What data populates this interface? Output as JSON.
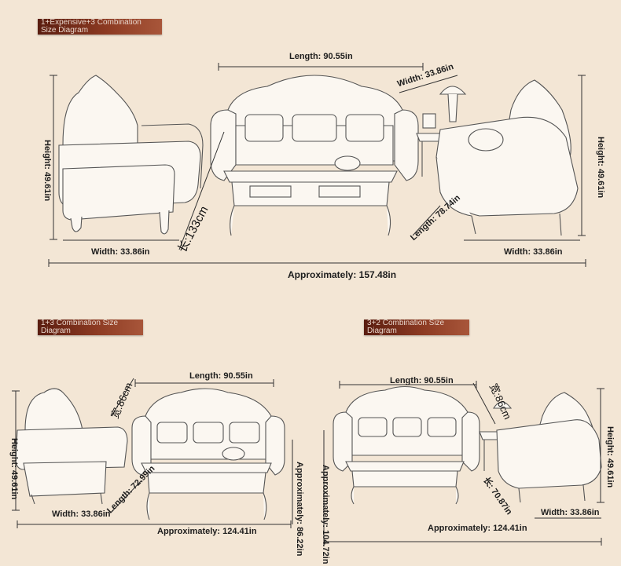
{
  "banners": {
    "top": "1+Expensive+3 Combination Size Diagram",
    "bottom_left": "1+3 Combination Size Diagram",
    "bottom_right": "3+2 Combination Size Diagram"
  },
  "top": {
    "sofa_length": "Length: 90.55in",
    "sofa_width": "Width: 33.86in",
    "left_height": "Height: 49.61in",
    "right_height": "Height: 49.61in",
    "chair_width": "Width: 33.86in",
    "chaise_width": "Width: 33.86in",
    "chaise_length": "Length: 78.74in",
    "table_length_cn": "长:133cm",
    "total": "Approximately: 157.48in"
  },
  "bottom_left": {
    "sofa_length": "Length: 90.55in",
    "depth_cn": "宽:86cm",
    "height": "Height: 49.61in",
    "chair_width": "Width: 33.86in",
    "table_length": "Length: 72.99in",
    "total": "Approximately: 124.41in",
    "side": "Approximately: 86.22in"
  },
  "bottom_right": {
    "sofa_length": "Length: 90.55in",
    "depth_cn": "宽:86cm",
    "height": "Height: 49.61in",
    "side": "Approximately: 104.72in",
    "chaise_length": "长: 70.87in",
    "chaise_width": "Width: 33.86in",
    "total": "Approximately: 124.41in"
  }
}
